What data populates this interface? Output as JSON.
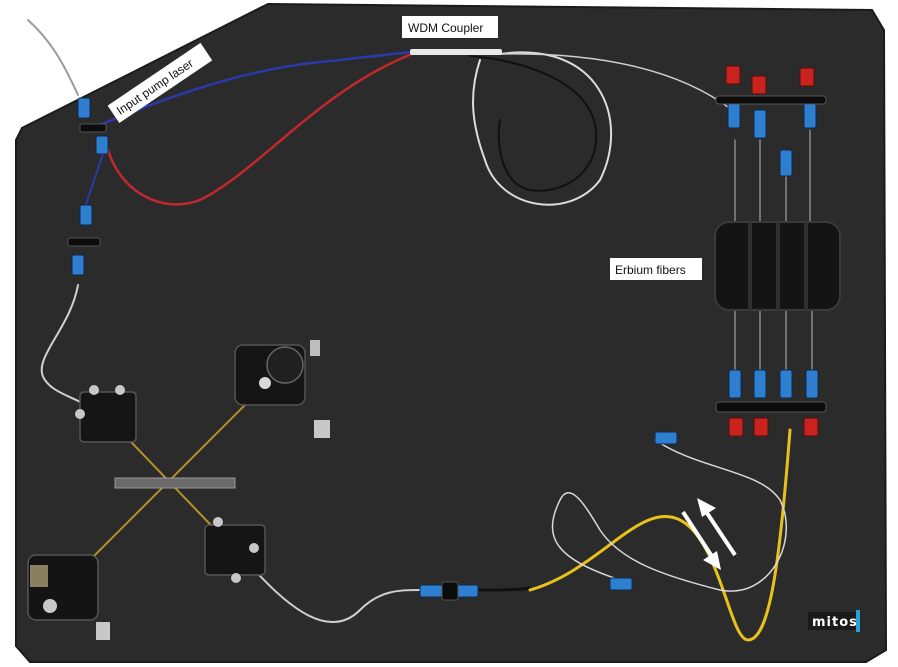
{
  "labels": {
    "wdm_coupler": "WDM Coupler",
    "input_pump_laser": "Input pump laser",
    "erbium_fibers": "Erbium fibers"
  },
  "logo": {
    "text": "mitos"
  },
  "colors": {
    "board": "#2b2b2b",
    "board_edge": "#1b1b1b",
    "fiber_blue": "#2a3aa8",
    "fiber_red": "#c0282e",
    "fiber_yellow": "#e8c21a",
    "fiber_white": "#d8d8d8",
    "connector_blue": "#2f7fd0",
    "connector_red": "#c8231f",
    "beam": "#b8902a",
    "logo_accent": "#2aa0d8"
  },
  "icons": {
    "direction_arrows": "double-arrow-icon"
  }
}
